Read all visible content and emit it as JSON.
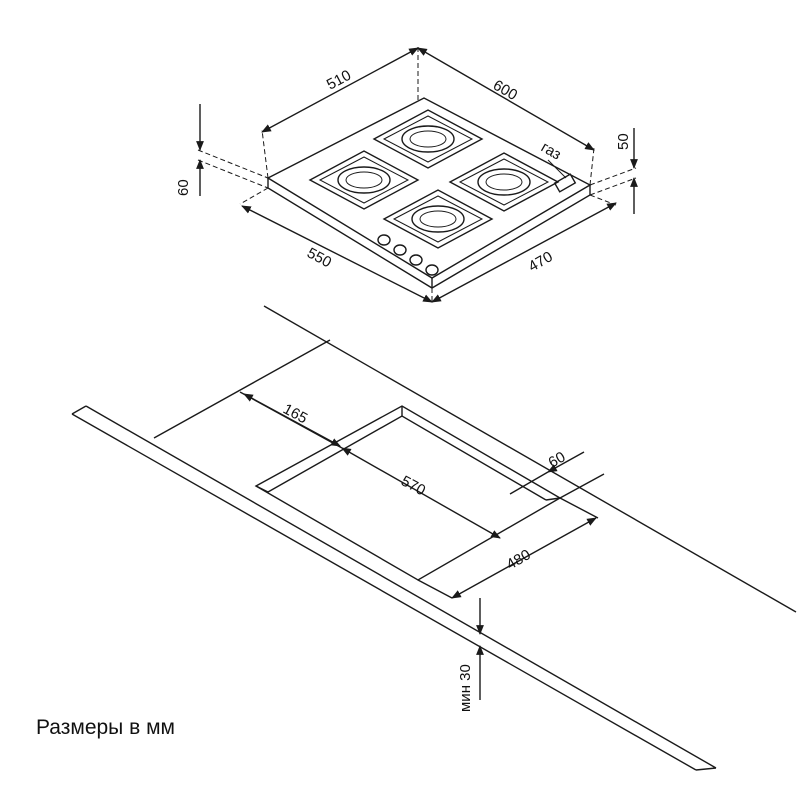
{
  "hob": {
    "dimensions": {
      "width_top": "510",
      "depth_top": "600",
      "height_left": "60",
      "height_right": "50",
      "width_bottom": "550",
      "depth_bottom": "470"
    },
    "gas_label": "газ",
    "burner_count": 4,
    "knob_count": 4
  },
  "cutout": {
    "dimensions": {
      "offset_back": "165",
      "length": "570",
      "front_offset": "60",
      "depth": "480",
      "min_thickness": "мин 30"
    }
  },
  "caption": "Размеры в мм"
}
